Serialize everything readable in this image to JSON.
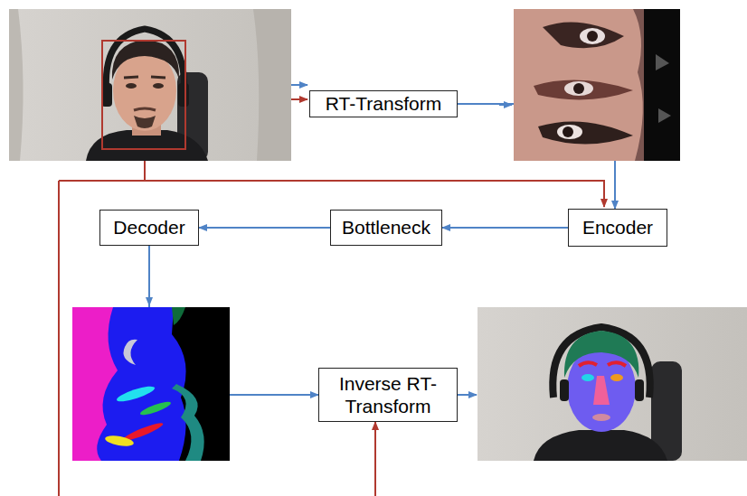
{
  "diagram": {
    "nodes": [
      {
        "text": [
          "RT-Transform"
        ]
      },
      {
        "text": [
          "Encoder"
        ]
      },
      {
        "text": [
          "Bottleneck"
        ]
      },
      {
        "text": [
          "Decoder"
        ]
      },
      {
        "text": [
          "Inverse RT-Transform"
        ]
      }
    ],
    "edges": [
      {
        "from": 0,
        "to": 1,
        "arrow": "to"
      },
      {
        "from": 1,
        "to": 2,
        "arrow": "to"
      },
      {
        "from": 2,
        "to": 3,
        "arrow": "to"
      },
      {
        "from": 3,
        "to": 4,
        "arrow": "to"
      }
    ]
  }
}
